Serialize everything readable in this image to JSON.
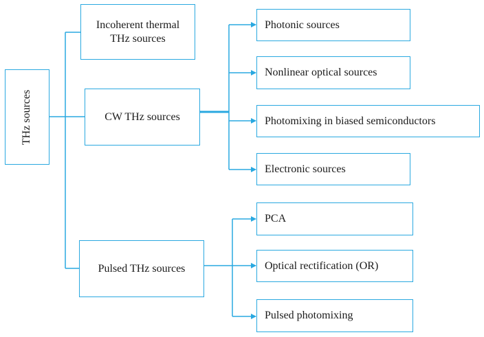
{
  "root": {
    "label": "THz sources"
  },
  "categories": [
    {
      "label": "Incoherent thermal THz sources"
    },
    {
      "label": "CW THz sources"
    },
    {
      "label": "Pulsed THz sources"
    }
  ],
  "cw_children": [
    {
      "label": "Photonic sources"
    },
    {
      "label": "Nonlinear optical sources"
    },
    {
      "label": "Photomixing in biased semiconductors"
    },
    {
      "label": "Electronic sources"
    }
  ],
  "pulsed_children": [
    {
      "label": "PCA"
    },
    {
      "label": "Optical rectification (OR)"
    },
    {
      "label": "Pulsed photomixing"
    }
  ],
  "colors": {
    "line": "#29a8e0",
    "box_border": "#29a8e0",
    "text": "#1a1a1a"
  }
}
